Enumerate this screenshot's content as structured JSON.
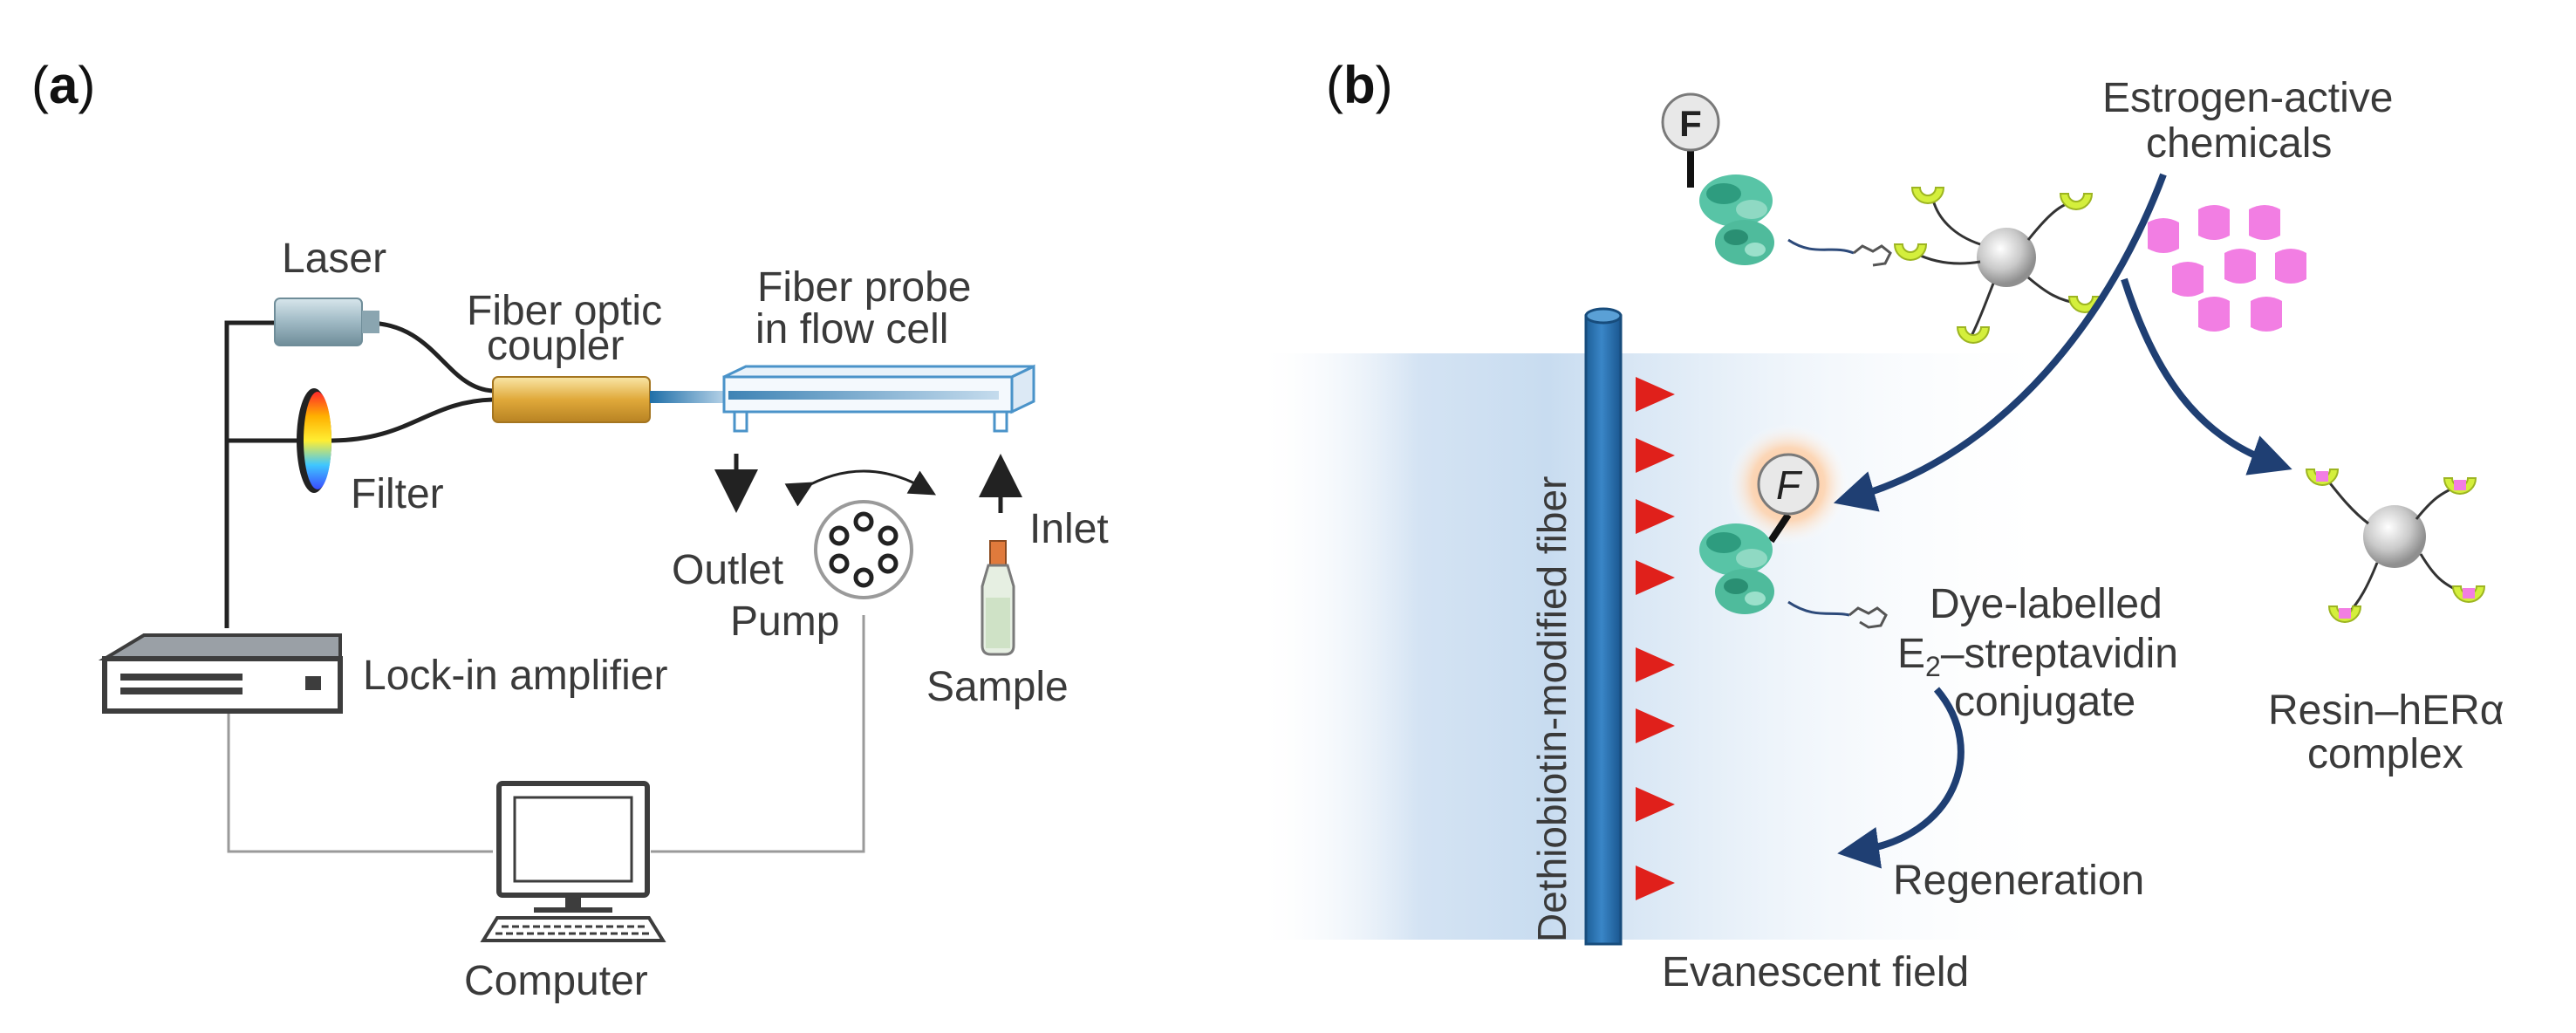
{
  "panel_a": {
    "tag_open": "(",
    "tag_letter": "a",
    "tag_close": ")",
    "labels": {
      "laser": "Laser",
      "coupler_line1": "Fiber optic",
      "coupler_line2": "coupler",
      "probe_line1": "Fiber probe",
      "probe_line2": "in flow cell",
      "filter": "Filter",
      "outlet": "Outlet",
      "pump": "Pump",
      "inlet": "Inlet",
      "sample": "Sample",
      "lockin": "Lock-in amplifier",
      "computer": "Computer"
    }
  },
  "panel_b": {
    "tag_open": "(",
    "tag_letter": "b",
    "tag_close": ")",
    "labels": {
      "estrogen_line1": "Estrogen-active",
      "estrogen_line2": "chemicals",
      "fiber_vertical": "Dethiobiotin-modified  fiber",
      "dye_line1": "Dye-labelled",
      "dye_line2_prefix": "E",
      "dye_line2_sub": "2",
      "dye_line2_suffix": "–streptavidin",
      "dye_line3": "conjugate",
      "regeneration": "Regeneration",
      "evanescent": "Evanescent field",
      "resin_line1": "Resin–hERα",
      "resin_line2": "complex",
      "fluor": "F"
    }
  },
  "colors": {
    "fiber_blue": "#2e74b5",
    "arrow_navy": "#1f3f73",
    "triangle_red": "#e0201b",
    "protein_teal": "#3fb59a",
    "lime": "#d4ef3c",
    "estrogen_pink": "#f27ee3"
  }
}
